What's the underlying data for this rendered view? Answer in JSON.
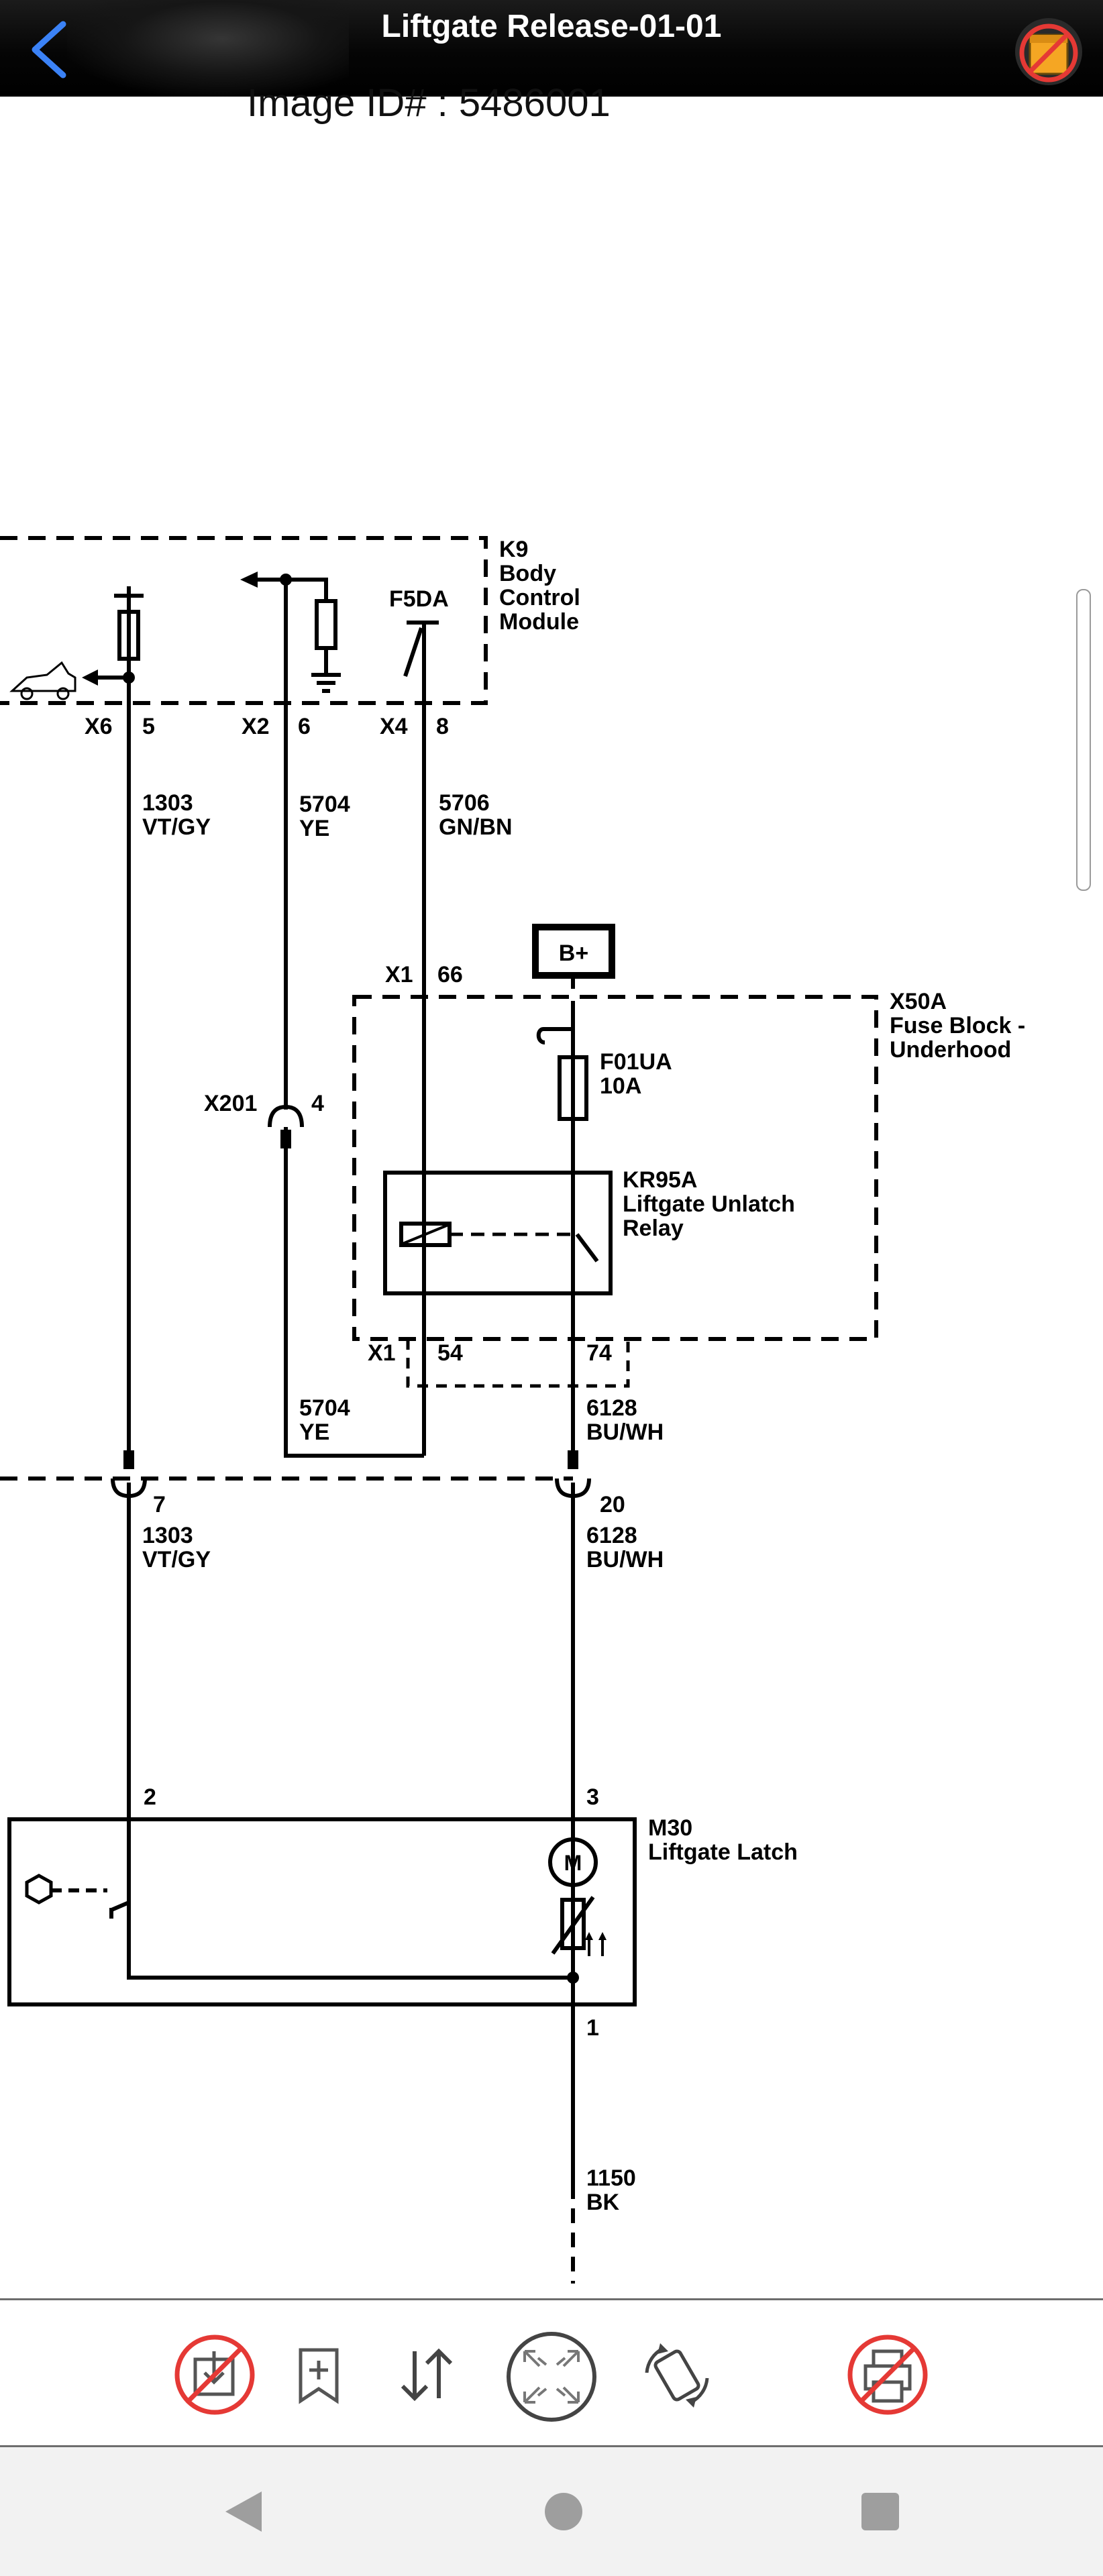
{
  "header": {
    "title": "Liftgate Release-01-01",
    "back_icon": "chevron-left-icon",
    "notes_icon": "notes-disabled-icon",
    "back_color": "#3b82f6"
  },
  "image_id_label": "Image ID# : 5486001",
  "diagram": {
    "k9": {
      "ref": "K9",
      "lines": [
        "Body",
        "Control",
        "Module"
      ],
      "fuse_label": "F5DA"
    },
    "connectors": {
      "x6": "X6",
      "x2": "X2",
      "x4": "X4",
      "x1_top": "X1",
      "x1_bottom": "X1",
      "x201": "X201"
    },
    "pins": {
      "p5": "5",
      "p6": "6",
      "p8": "8",
      "p66": "66",
      "p4": "4",
      "p54": "54",
      "p74": "74",
      "p7": "7",
      "p20": "20",
      "p2": "2",
      "p3": "3",
      "p1": "1"
    },
    "wires": {
      "w1303_top": {
        "circuit": "1303",
        "color": "VT/GY"
      },
      "w5704_top": {
        "circuit": "5704",
        "color": "YE"
      },
      "w5706": {
        "circuit": "5706",
        "color": "GN/BN"
      },
      "w5704_bottom": {
        "circuit": "5704",
        "color": "YE"
      },
      "w6128_top": {
        "circuit": "6128",
        "color": "BU/WH"
      },
      "w1303_bottom": {
        "circuit": "1303",
        "color": "VT/GY"
      },
      "w6128_bottom": {
        "circuit": "6128",
        "color": "BU/WH"
      },
      "w1150": {
        "circuit": "1150",
        "color": "BK"
      }
    },
    "battery": "B+",
    "x50a": {
      "ref": "X50A",
      "lines": [
        "Fuse Block -",
        "Underhood"
      ]
    },
    "fuse": {
      "ref": "F01UA",
      "rating": "10A"
    },
    "relay": {
      "ref": "KR95A",
      "lines": [
        "Liftgate Unlatch",
        "Relay"
      ]
    },
    "latch": {
      "ref": "M30",
      "name": "Liftgate Latch",
      "motor": "M"
    }
  },
  "toolbar": {
    "items": [
      {
        "icon": "save-disabled-icon"
      },
      {
        "icon": "bookmark-add-icon"
      },
      {
        "icon": "sort-arrows-icon"
      },
      {
        "icon": "fit-screen-icon"
      },
      {
        "icon": "rotate-icon"
      },
      {
        "icon": "print-disabled-icon"
      }
    ],
    "disabled_color": "#e53935"
  },
  "system_nav": {
    "back": "nav-back-icon",
    "home": "nav-home-icon",
    "recents": "nav-recents-icon"
  }
}
